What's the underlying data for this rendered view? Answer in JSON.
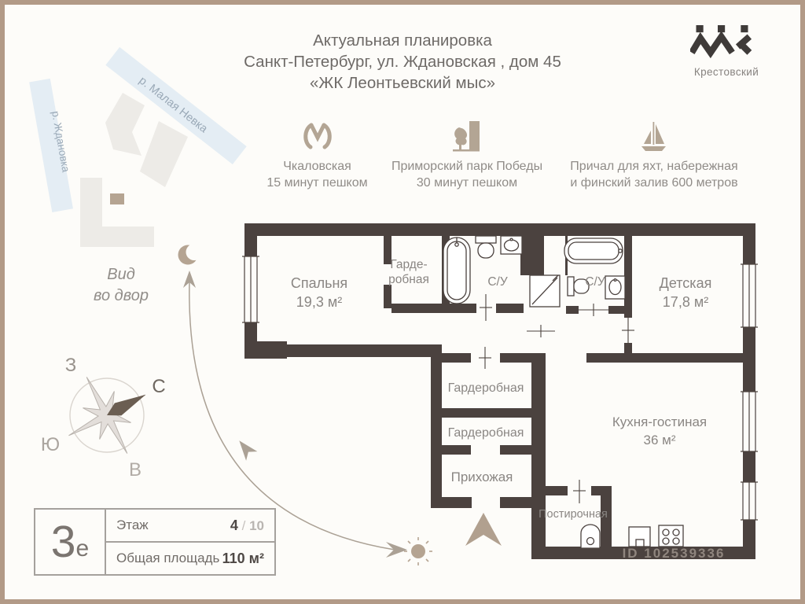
{
  "header": {
    "line1": "Актуальная планировка",
    "line2": "Санкт-Петербург, ул. Ждановская , дом 45",
    "line3": "«ЖК Леонтьевский мыс»"
  },
  "brand": {
    "name": "Крестовский"
  },
  "amenities": [
    {
      "icon": "metro-icon",
      "line1": "Чкаловская",
      "line2": "15 минут пешком"
    },
    {
      "icon": "park-icon",
      "line1": "Приморский парк Победы",
      "line2": "30 минут пешком"
    },
    {
      "icon": "yacht-icon",
      "line1": "Причал для яхт, набережная",
      "line2": "и финский залив 600 метров"
    }
  ],
  "map": {
    "river_top": "р. Малая Невка",
    "river_left": "р. Ждановка"
  },
  "courtyard_view": {
    "line1": "Вид",
    "line2": "во двор"
  },
  "compass": {
    "west": "З",
    "north": "С",
    "south": "Ю",
    "east": "В"
  },
  "plan": {
    "bedroom": {
      "name": "Спальня",
      "area": "19,3 м²"
    },
    "wardrobe_top": {
      "line1": "Гарде-",
      "line2": "робная"
    },
    "bath1": "С/У",
    "bath2": "С/У",
    "kids": {
      "name": "Детская",
      "area": "17,8 м²"
    },
    "wardrobe1": "Гардеробная",
    "wardrobe2": "Гардеробная",
    "hall": "Прихожая",
    "kitchen": {
      "name": "Кухня-гостиная",
      "area": "36 м²"
    },
    "laundry": "Постирочная",
    "watermark": "ID 102539336"
  },
  "info": {
    "type_big": "3",
    "type_small": "е",
    "floor_label": "Этаж",
    "floor_value": "4",
    "floor_sep": "/",
    "floor_total": "10",
    "area_label": "Общая площадь",
    "area_value": "110 м²"
  },
  "colors": {
    "frame": "#b29a87",
    "wall": "#4b423f",
    "accent": "#b3a492",
    "text_gray": "#8a8683"
  }
}
